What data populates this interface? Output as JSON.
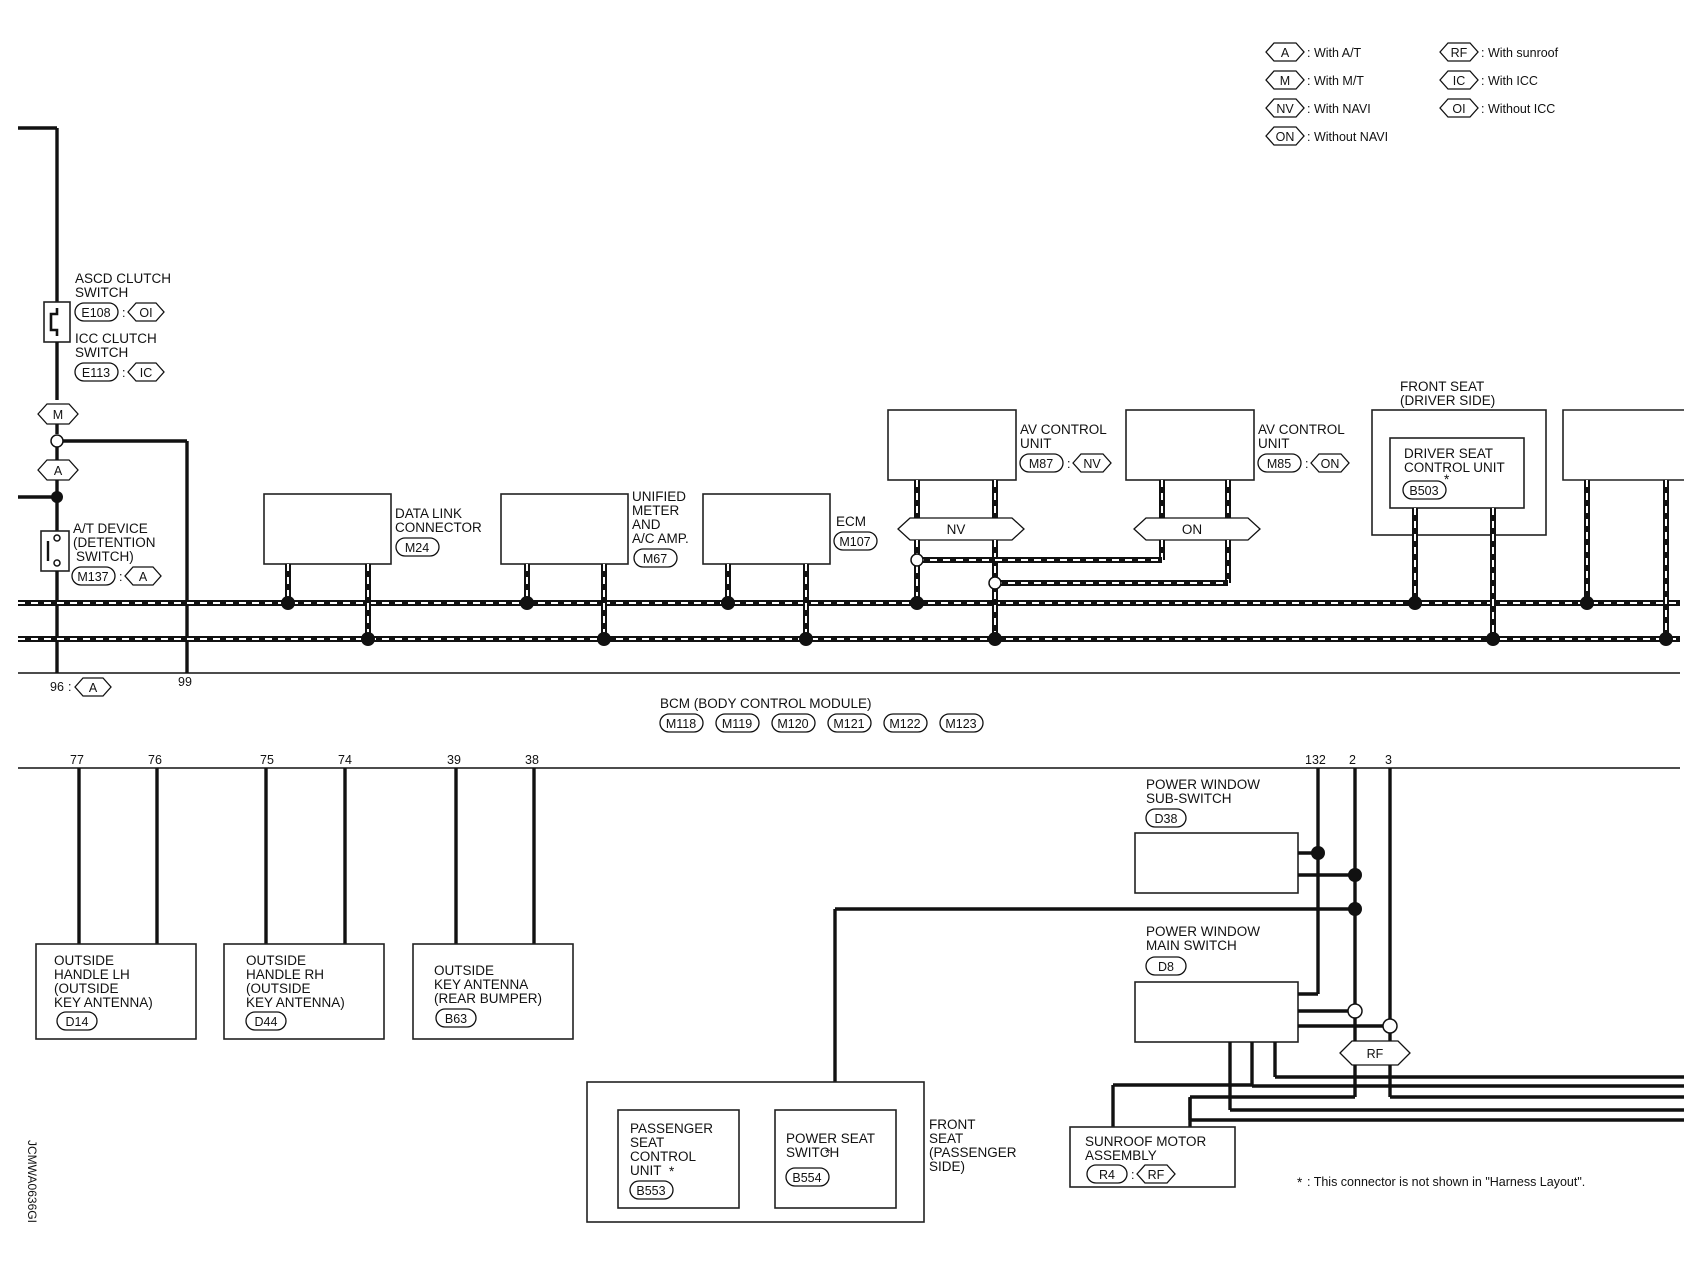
{
  "legend": [
    {
      "code": "A",
      "text": ": With A/T"
    },
    {
      "code": "M",
      "text": ": With M/T"
    },
    {
      "code": "NV",
      "text": ": With NAVI"
    },
    {
      "code": "ON",
      "text": ": Without NAVI"
    },
    {
      "code": "RF",
      "text": ": With sunroof"
    },
    {
      "code": "IC",
      "text": ": With ICC"
    },
    {
      "code": "OI",
      "text": ": Without ICC"
    }
  ],
  "components": {
    "ascd": {
      "name": [
        "ASCD CLUTCH",
        "SWITCH"
      ],
      "connector": "E108",
      "option": "OI"
    },
    "icc": {
      "name": [
        "ICC CLUTCH",
        "SWITCH"
      ],
      "connector": "E113",
      "option": "IC"
    },
    "at_device": {
      "name": [
        "A/T DEVICE",
        "(DETENTION",
        "SWITCH)"
      ],
      "connector": "M137",
      "option": "A"
    },
    "data_link": {
      "name": [
        "DATA LINK",
        "CONNECTOR"
      ],
      "connector": "M24"
    },
    "unified_meter": {
      "name": [
        "UNIFIED",
        "METER",
        "AND",
        "A/C AMP."
      ],
      "connector": "M67"
    },
    "ecm": {
      "name": [
        "ECM"
      ],
      "connector": "M107"
    },
    "av_control_nv": {
      "name": [
        "AV CONTROL",
        "UNIT"
      ],
      "connector": "M87",
      "option": "NV"
    },
    "av_control_on": {
      "name": [
        "AV CONTROL",
        "UNIT"
      ],
      "connector": "M85",
      "option": "ON"
    },
    "front_seat_driver": {
      "name": [
        "FRONT SEAT",
        "(DRIVER SIDE)"
      ]
    },
    "driver_seat_cu": {
      "name": [
        "DRIVER SEAT",
        "CONTROL UNIT"
      ],
      "connector": "B503"
    },
    "bcm": {
      "name": "BCM (BODY CONTROL MODULE)",
      "connectors": [
        "M118",
        "M119",
        "M120",
        "M121",
        "M122",
        "M123"
      ]
    },
    "outside_lh": {
      "name": [
        "OUTSIDE",
        "HANDLE LH",
        "(OUTSIDE",
        " KEY ANTENNA)"
      ],
      "connector": "D14"
    },
    "outside_rh": {
      "name": [
        "OUTSIDE",
        "HANDLE RH",
        "(OUTSIDE",
        " KEY ANTENNA)"
      ],
      "connector": "D44"
    },
    "outside_rear": {
      "name": [
        "OUTSIDE",
        "KEY ANTENNA",
        "(REAR BUMPER)"
      ],
      "connector": "B63"
    },
    "pw_sub": {
      "name": [
        "POWER WINDOW",
        "SUB-SWITCH"
      ],
      "connector": "D38"
    },
    "pw_main": {
      "name": [
        "POWER WINDOW",
        "MAIN SWITCH"
      ],
      "connector": "D8"
    },
    "passenger_seat_cu": {
      "name": [
        "PASSENGER",
        "SEAT",
        "CONTROL",
        "UNIT"
      ],
      "connector": "B553"
    },
    "power_seat_switch": {
      "name": [
        "POWER SEAT",
        "SWITCH"
      ],
      "connector": "B554"
    },
    "front_seat_passenger": {
      "name": [
        "FRONT",
        "SEAT",
        "(PASSENGER",
        " SIDE)"
      ]
    },
    "sunroof": {
      "name": [
        "SUNROOF MOTOR",
        "ASSEMBLY"
      ],
      "connector": "R4",
      "option": "RF"
    }
  },
  "branch_labels": {
    "m": "M",
    "a": "A",
    "nv": "NV",
    "on": "ON",
    "rf": "RF"
  },
  "pins": {
    "p96": "96",
    "p96_opt": "A",
    "p99": "99",
    "p77": "77",
    "p76": "76",
    "p75": "75",
    "p74": "74",
    "p39": "39",
    "p38": "38",
    "p132": "132",
    "p2": "2",
    "p3": "3"
  },
  "separator": ":",
  "footnote_star": "*",
  "footnote": ": This connector is not shown in \"Harness Layout\".",
  "diagram_code": "JCMWA0636GI"
}
